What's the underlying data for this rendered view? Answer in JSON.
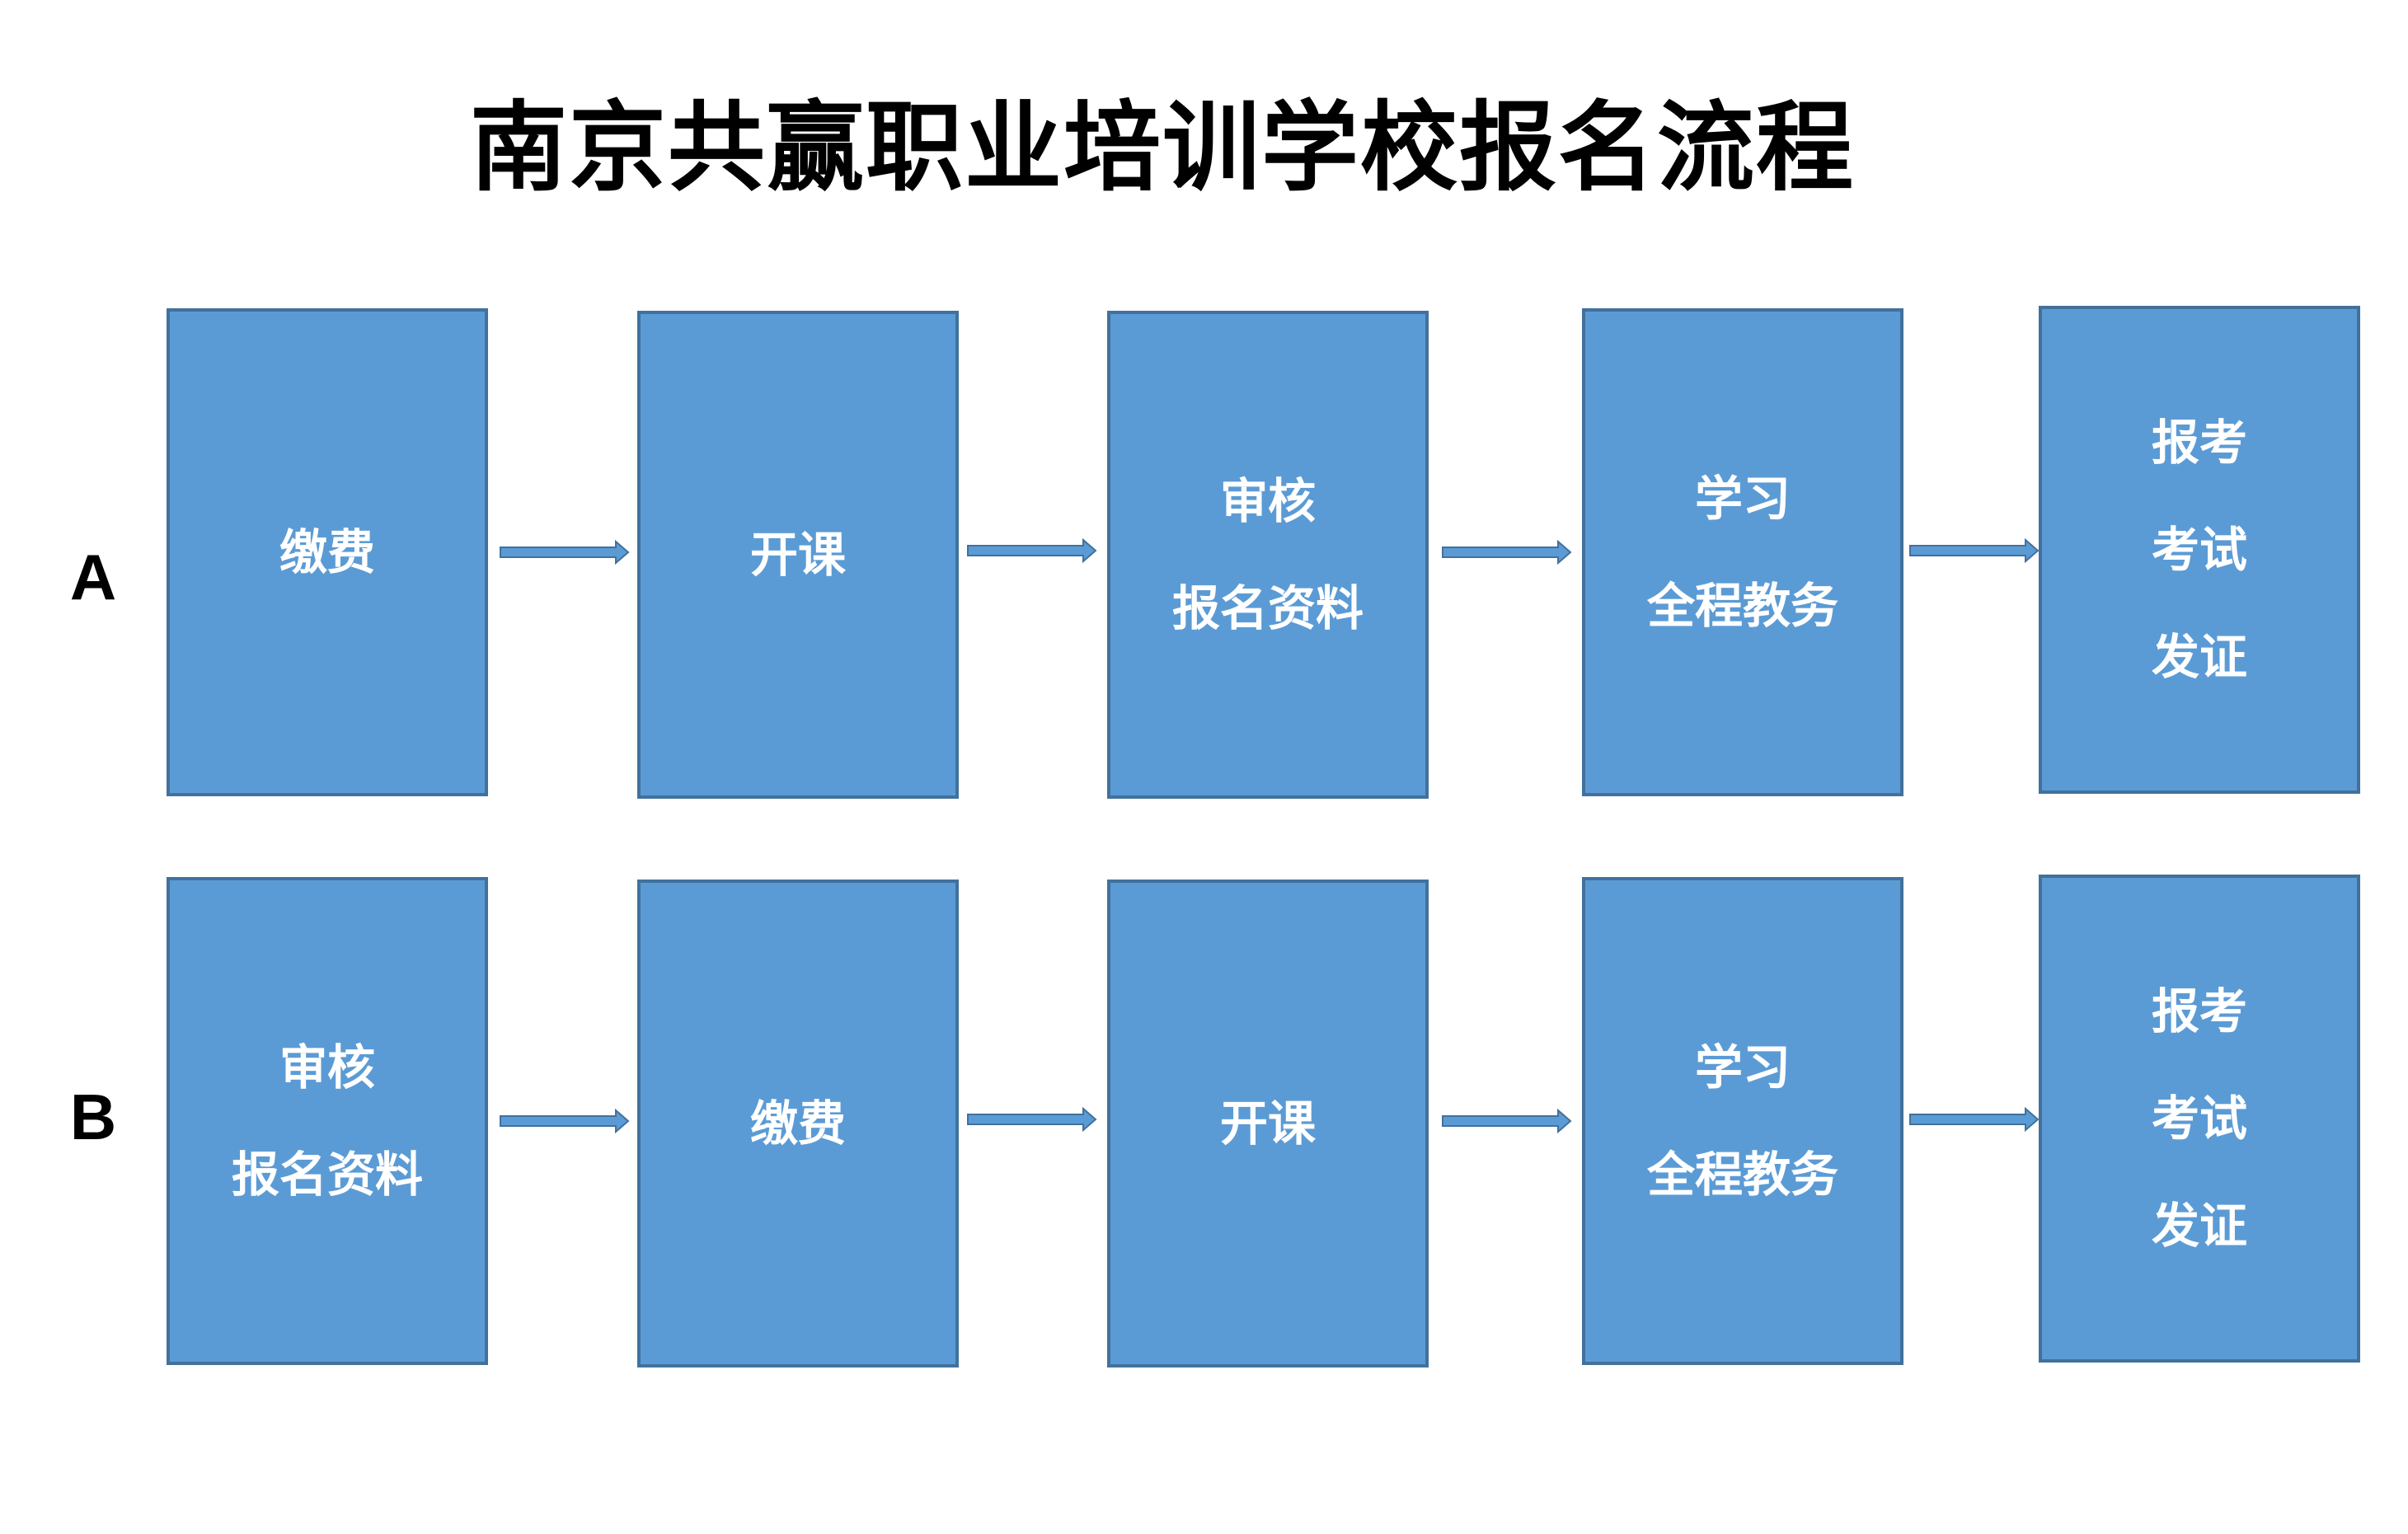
{
  "title": "南京共赢职业培训学校报名流程",
  "colors": {
    "box_fill": "#5b9bd5",
    "box_border": "#41719c",
    "box_text": "#ffffff",
    "arrow": "#5b9bd5"
  },
  "rows": [
    {
      "label": "A",
      "steps": [
        {
          "lines": [
            "缴费"
          ]
        },
        {
          "lines": [
            "开课"
          ]
        },
        {
          "lines": [
            "审核",
            "报名资料"
          ]
        },
        {
          "lines": [
            "学习",
            "全程教务"
          ]
        },
        {
          "lines": [
            "报考",
            "考试",
            "发证"
          ]
        }
      ]
    },
    {
      "label": "B",
      "steps": [
        {
          "lines": [
            "审核",
            "报名资料"
          ]
        },
        {
          "lines": [
            "缴费"
          ]
        },
        {
          "lines": [
            "开课"
          ]
        },
        {
          "lines": [
            "学习",
            "全程教务"
          ]
        },
        {
          "lines": [
            "报考",
            "考试",
            "发证"
          ]
        }
      ]
    }
  ]
}
